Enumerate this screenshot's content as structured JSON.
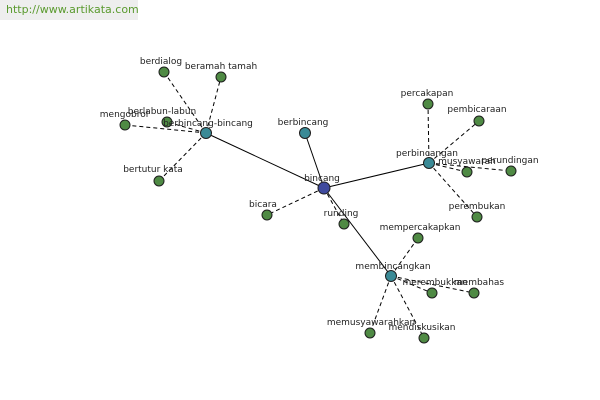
{
  "watermark": "http://www.artikata.com",
  "colors": {
    "center": "#3f4a9e",
    "hub": "#3a8a96",
    "leaf": "#4f8a44"
  },
  "graph": {
    "nodes": [
      {
        "id": "bincang",
        "label": "bincang",
        "type": "center"
      },
      {
        "id": "berbincang",
        "label": "berbincang",
        "type": "hub"
      },
      {
        "id": "berbincang-bincang",
        "label": "berbincang-bincang",
        "type": "hub"
      },
      {
        "id": "perbincangan",
        "label": "perbincangan",
        "type": "hub"
      },
      {
        "id": "membincangkan",
        "label": "membincangkan",
        "type": "hub"
      },
      {
        "id": "berdialog",
        "label": "berdialog",
        "type": "leaf"
      },
      {
        "id": "beramah-tamah",
        "label": "beramah tamah",
        "type": "leaf"
      },
      {
        "id": "mengobrol",
        "label": "mengobrol",
        "type": "leaf"
      },
      {
        "id": "berlabun-labun",
        "label": "berlabun-labun",
        "type": "leaf"
      },
      {
        "id": "bertutur-kata",
        "label": "bertutur kata",
        "type": "leaf"
      },
      {
        "id": "bicara",
        "label": "bicara",
        "type": "leaf"
      },
      {
        "id": "runding",
        "label": "runding",
        "type": "leaf"
      },
      {
        "id": "percakapan",
        "label": "percakapan",
        "type": "leaf"
      },
      {
        "id": "pembicaraan",
        "label": "pembicaraan",
        "type": "leaf"
      },
      {
        "id": "musyawarah",
        "label": "musyawarah",
        "type": "leaf"
      },
      {
        "id": "perundingan",
        "label": "perundingan",
        "type": "leaf"
      },
      {
        "id": "perembukan",
        "label": "perembukan",
        "type": "leaf"
      },
      {
        "id": "mempercakapkan",
        "label": "mempercakapkan",
        "type": "leaf"
      },
      {
        "id": "merembukkan",
        "label": "merembukkan",
        "type": "leaf"
      },
      {
        "id": "membahas",
        "label": "membahas",
        "type": "leaf"
      },
      {
        "id": "memusyawarahkan",
        "label": "memusyawarahkan",
        "type": "leaf"
      },
      {
        "id": "mendiskusikan",
        "label": "mendiskusikan",
        "type": "leaf"
      }
    ],
    "edges": [
      {
        "from": "bincang",
        "to": "berbincang",
        "style": "solid"
      },
      {
        "from": "bincang",
        "to": "berbincang-bincang",
        "style": "solid"
      },
      {
        "from": "bincang",
        "to": "perbincangan",
        "style": "solid"
      },
      {
        "from": "bincang",
        "to": "membincangkan",
        "style": "solid"
      },
      {
        "from": "bincang",
        "to": "bicara",
        "style": "dashed"
      },
      {
        "from": "bincang",
        "to": "runding",
        "style": "dashed"
      },
      {
        "from": "berbincang-bincang",
        "to": "berdialog",
        "style": "dashed"
      },
      {
        "from": "berbincang-bincang",
        "to": "beramah-tamah",
        "style": "dashed"
      },
      {
        "from": "berbincang-bincang",
        "to": "mengobrol",
        "style": "dashed"
      },
      {
        "from": "berbincang-bincang",
        "to": "berlabun-labun",
        "style": "dashed"
      },
      {
        "from": "berbincang-bincang",
        "to": "bertutur-kata",
        "style": "dashed"
      },
      {
        "from": "perbincangan",
        "to": "percakapan",
        "style": "dashed"
      },
      {
        "from": "perbincangan",
        "to": "pembicaraan",
        "style": "dashed"
      },
      {
        "from": "perbincangan",
        "to": "musyawarah",
        "style": "dashed"
      },
      {
        "from": "perbincangan",
        "to": "perundingan",
        "style": "dashed"
      },
      {
        "from": "perbincangan",
        "to": "perembukan",
        "style": "dashed"
      },
      {
        "from": "membincangkan",
        "to": "mempercakapkan",
        "style": "dashed"
      },
      {
        "from": "membincangkan",
        "to": "merembukkan",
        "style": "dashed"
      },
      {
        "from": "membincangkan",
        "to": "membahas",
        "style": "dashed"
      },
      {
        "from": "membincangkan",
        "to": "memusyawarahkan",
        "style": "dashed"
      },
      {
        "from": "membincangkan",
        "to": "mendiskusikan",
        "style": "dashed"
      }
    ]
  }
}
